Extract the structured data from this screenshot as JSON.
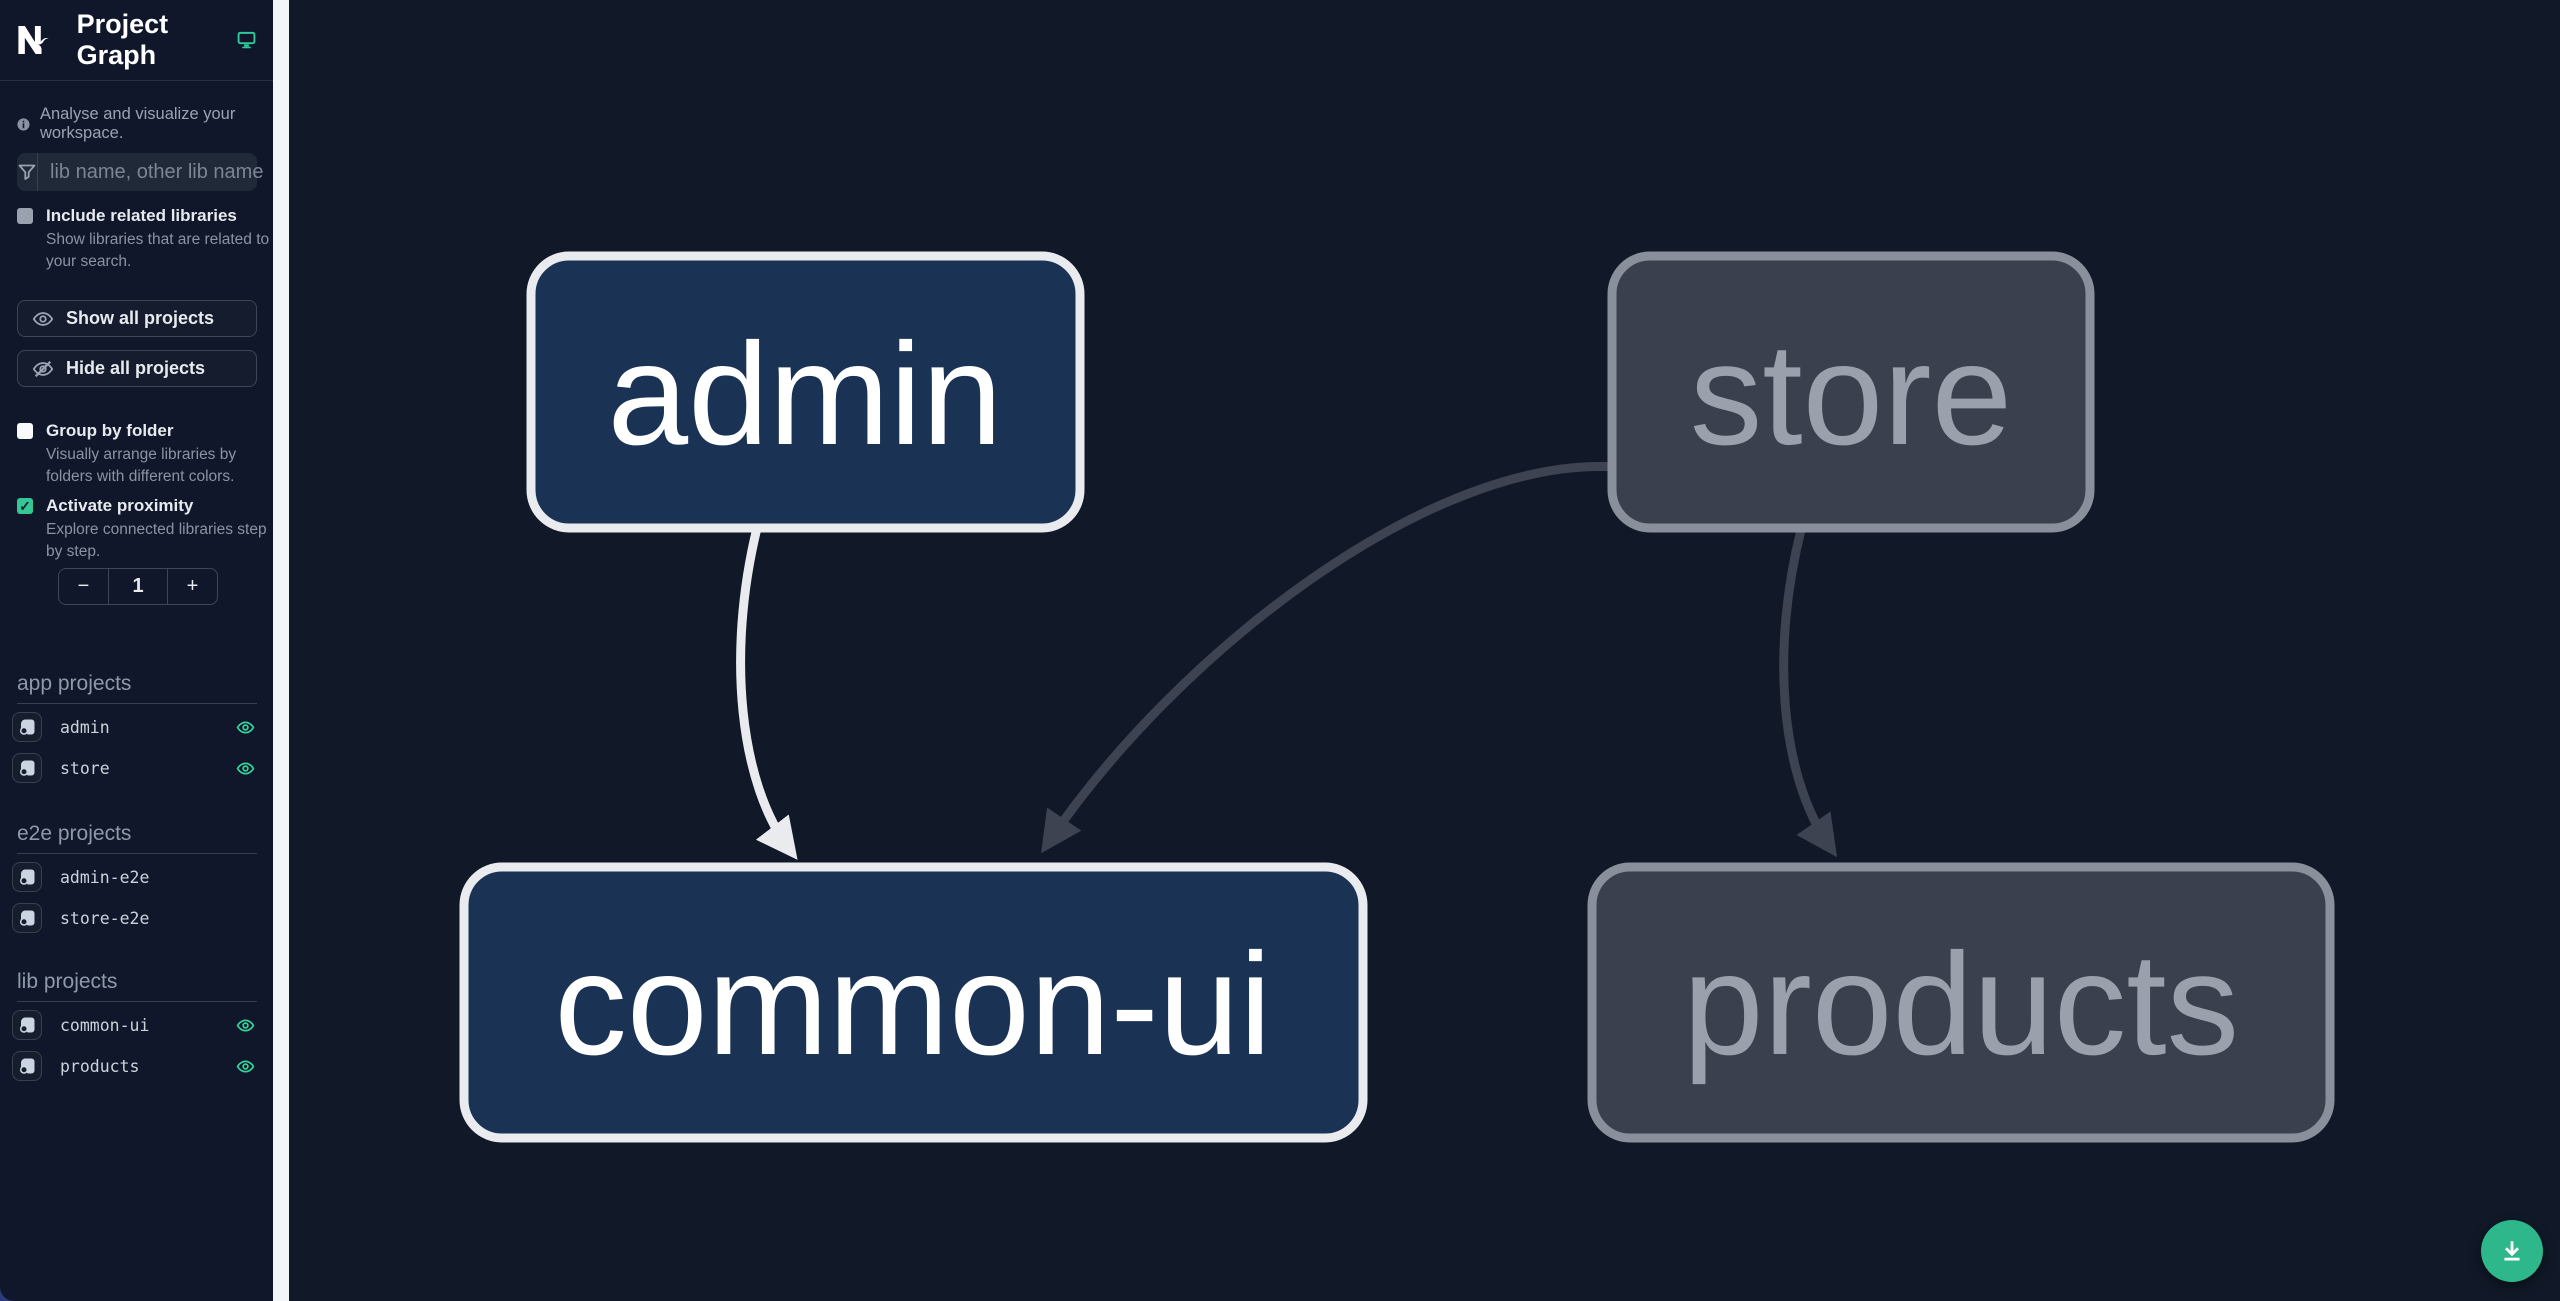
{
  "header": {
    "title": "Project Graph",
    "logo": "Nx",
    "monitor_icon": "monitor-icon"
  },
  "sidebar": {
    "tagline": "Analyse and visualize your workspace.",
    "filter": {
      "placeholder": "lib name, other lib name",
      "value": ""
    },
    "include_related": {
      "label": "Include related libraries",
      "description": "Show libraries that are related to your search.",
      "checked": false
    },
    "buttons": {
      "show_all": "Show all projects",
      "hide_all": "Hide all projects"
    },
    "group_by_folder": {
      "label": "Group by folder",
      "description": "Visually arrange libraries by folders with different colors.",
      "checked": false
    },
    "activate_proximity": {
      "label": "Activate proximity",
      "description": "Explore connected libraries step by step.",
      "checked": true
    },
    "proximity_stepper": {
      "decrement": "−",
      "value": "1",
      "increment": "+"
    },
    "sections": [
      {
        "heading": "app projects",
        "items": [
          {
            "name": "admin",
            "eye_visible": true
          },
          {
            "name": "store",
            "eye_visible": true
          }
        ]
      },
      {
        "heading": "e2e projects",
        "items": [
          {
            "name": "admin-e2e",
            "eye_visible": false
          },
          {
            "name": "store-e2e",
            "eye_visible": false
          }
        ]
      },
      {
        "heading": "lib projects",
        "items": [
          {
            "name": "common-ui",
            "eye_visible": true
          },
          {
            "name": "products",
            "eye_visible": true
          }
        ]
      }
    ]
  },
  "graph": {
    "nodes": [
      {
        "id": "admin",
        "label": "admin",
        "state": "focused"
      },
      {
        "id": "store",
        "label": "store",
        "state": "faded"
      },
      {
        "id": "common-ui",
        "label": "common-ui",
        "state": "focused"
      },
      {
        "id": "products",
        "label": "products",
        "state": "faded"
      }
    ],
    "edges": [
      {
        "from": "admin",
        "to": "common-ui",
        "state": "focused"
      },
      {
        "from": "store",
        "to": "common-ui",
        "state": "faded"
      },
      {
        "from": "store",
        "to": "products",
        "state": "faded"
      }
    ]
  },
  "fab": {
    "icon": "download-icon"
  },
  "colors": {
    "background": "#111827",
    "accent_green": "#2eb78b",
    "icon_green": "#34d399",
    "node_focused_fill": "#1a3355",
    "node_focused_border": "#e9ebee",
    "node_faded_fill": "#3a404d",
    "node_faded_border": "#8a909b",
    "edge_focused": "#e9ebee",
    "edge_faded": "#3d4350",
    "sidebar_divider": "#f4f5f7"
  }
}
